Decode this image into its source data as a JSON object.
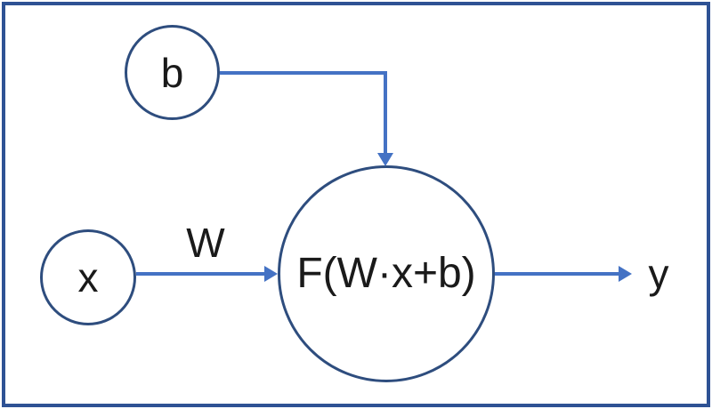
{
  "diagram": {
    "description": "Single neuron / perceptron computation diagram",
    "nodes": {
      "bias": {
        "label": "b"
      },
      "input": {
        "label": "x"
      },
      "activation": {
        "label": "F(W·x+b)"
      }
    },
    "labels": {
      "weight": "W",
      "output": "y"
    },
    "edges": [
      {
        "from": "bias",
        "to": "activation",
        "label": ""
      },
      {
        "from": "input",
        "to": "activation",
        "label": "W"
      },
      {
        "from": "activation",
        "to": "output",
        "label": "y"
      }
    ],
    "colors": {
      "frame_border": "#2e5294",
      "node_stroke": "#2e4d7e",
      "arrow": "#4472c4",
      "text": "#1a1a1a",
      "background": "#ffffff"
    }
  }
}
